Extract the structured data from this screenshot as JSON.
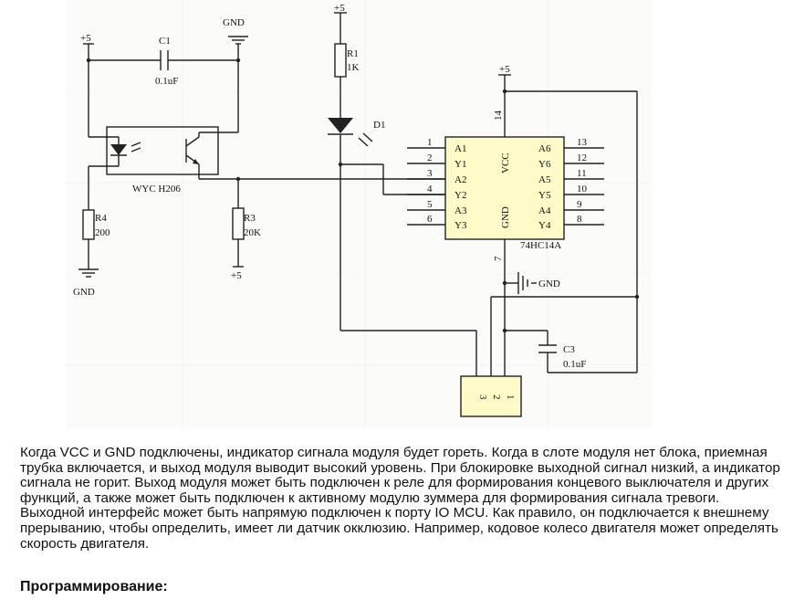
{
  "schematic": {
    "supply_label": "+5",
    "ground_label": "GND",
    "c1": {
      "name": "C1",
      "value": "0.1uF"
    },
    "r1": {
      "name": "R1",
      "value": "1K"
    },
    "d1": {
      "name": "D1"
    },
    "r4": {
      "name": "R4",
      "value": "200"
    },
    "r3": {
      "name": "R3",
      "value": "20K"
    },
    "c3": {
      "name": "C3",
      "value": "0.1uF"
    },
    "optocoupler": {
      "name": "WYC H206"
    },
    "ic": {
      "name": "74HC14A",
      "vcc_label": "VCC",
      "gnd_label": "GND",
      "vcc_pin": "14",
      "gnd_pin": "7",
      "left_pins": [
        {
          "num": "1",
          "name": "A1"
        },
        {
          "num": "2",
          "name": "Y1"
        },
        {
          "num": "3",
          "name": "A2"
        },
        {
          "num": "4",
          "name": "Y2"
        },
        {
          "num": "5",
          "name": "A3"
        },
        {
          "num": "6",
          "name": "Y3"
        }
      ],
      "right_pins": [
        {
          "num": "13",
          "name": "A6"
        },
        {
          "num": "12",
          "name": "Y6"
        },
        {
          "num": "11",
          "name": "A5"
        },
        {
          "num": "10",
          "name": "Y5"
        },
        {
          "num": "9",
          "name": "A4"
        },
        {
          "num": "8",
          "name": "Y4"
        }
      ]
    },
    "connector": {
      "pins": [
        "3",
        "2",
        "1"
      ]
    }
  },
  "description": "Когда VCC и GND подключены, индикатор сигнала модуля будет гореть. Когда в слоте модуля нет блока, приемная трубка включается, и выход модуля выводит высокий уровень. При блокировке выходной сигнал низкий, а индикатор сигнала не горит. Выход модуля может быть подключен к реле для формирования концевого выключателя и других функций, а также может быть подключен к активному модулю зуммера для формирования сигнала тревоги. Выходной интерфейс может быть напрямую подключен к порту IO MCU. Как правило, он подключается к внешнему прерыванию, чтобы определить, имеет ли датчик окклюзию. Например, кодовое колесо двигателя может определять скорость двигателя.",
  "programming_heading": "Программирование:"
}
